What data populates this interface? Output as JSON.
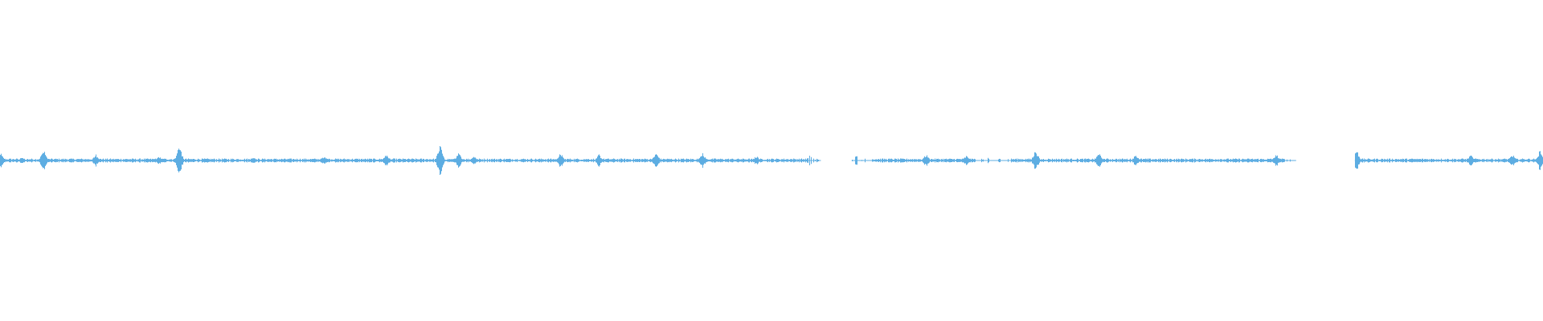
{
  "waveform": {
    "color": "#5dade2",
    "baseline_amplitude": 0.01,
    "gaps": [
      {
        "start": 0.532,
        "end": 0.552
      },
      {
        "start": 0.84,
        "end": 0.878
      }
    ],
    "sparse_regions": [
      {
        "start": 0.523,
        "end": 0.532
      },
      {
        "start": 0.552,
        "end": 0.565
      },
      {
        "start": 0.632,
        "end": 0.655
      },
      {
        "start": 0.832,
        "end": 0.84
      }
    ],
    "peaks": [
      {
        "pos": 0.0,
        "amp": 0.05
      },
      {
        "pos": 0.014,
        "amp": 0.02
      },
      {
        "pos": 0.028,
        "amp": 0.07
      },
      {
        "pos": 0.062,
        "amp": 0.04
      },
      {
        "pos": 0.103,
        "amp": 0.025
      },
      {
        "pos": 0.116,
        "amp": 0.1
      },
      {
        "pos": 0.164,
        "amp": 0.025
      },
      {
        "pos": 0.21,
        "amp": 0.03
      },
      {
        "pos": 0.25,
        "amp": 0.04
      },
      {
        "pos": 0.285,
        "amp": 0.1
      },
      {
        "pos": 0.297,
        "amp": 0.05
      },
      {
        "pos": 0.307,
        "amp": 0.03
      },
      {
        "pos": 0.363,
        "amp": 0.05
      },
      {
        "pos": 0.388,
        "amp": 0.04
      },
      {
        "pos": 0.425,
        "amp": 0.05
      },
      {
        "pos": 0.455,
        "amp": 0.05
      },
      {
        "pos": 0.49,
        "amp": 0.03
      },
      {
        "pos": 0.525,
        "amp": 0.04
      },
      {
        "pos": 0.555,
        "amp": 0.05
      },
      {
        "pos": 0.6,
        "amp": 0.04
      },
      {
        "pos": 0.626,
        "amp": 0.03
      },
      {
        "pos": 0.639,
        "amp": 0.025
      },
      {
        "pos": 0.671,
        "amp": 0.07
      },
      {
        "pos": 0.712,
        "amp": 0.05
      },
      {
        "pos": 0.736,
        "amp": 0.04
      },
      {
        "pos": 0.827,
        "amp": 0.04
      },
      {
        "pos": 0.879,
        "amp": 0.07
      },
      {
        "pos": 0.953,
        "amp": 0.035
      },
      {
        "pos": 0.98,
        "amp": 0.04
      },
      {
        "pos": 0.998,
        "amp": 0.07
      }
    ]
  }
}
